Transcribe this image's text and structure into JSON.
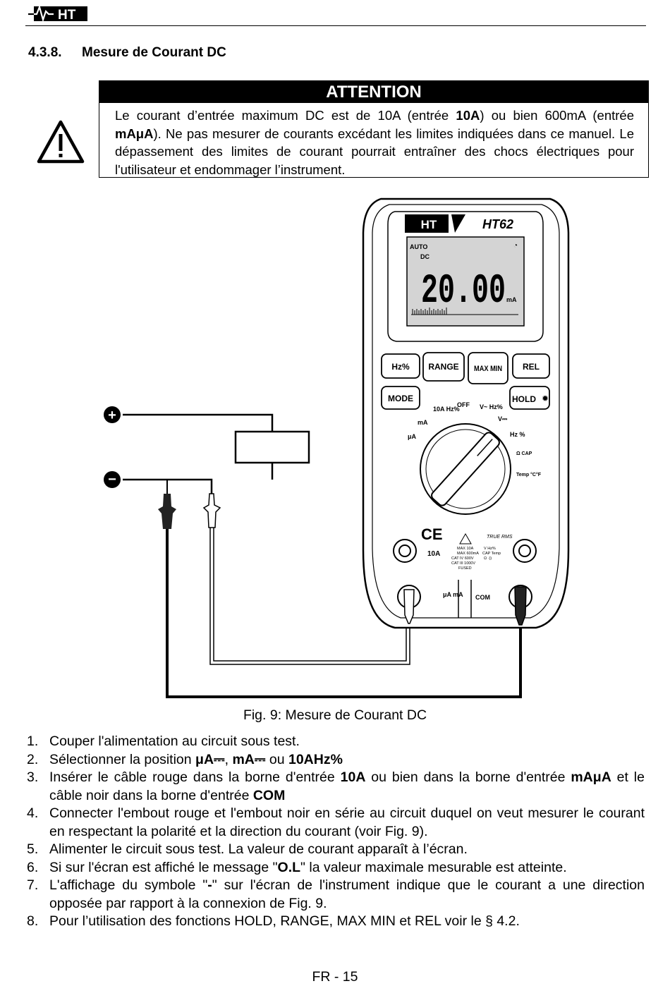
{
  "header": {
    "logo_text": "HT"
  },
  "section": {
    "number": "4.3.8.",
    "title": "Mesure de Courant DC"
  },
  "attention": {
    "heading": "ATTENTION",
    "p1": "Le courant d’entrée maximum DC est de 10A (entrée ",
    "p1_bold": "10A",
    "p2": ") ou bien 600mA (entrée ",
    "p2_bold": "mAμA",
    "p3": "). Ne pas mesurer de courants excédant les limites indiquées dans ce manuel. Le dépassement des limites de courant pourrait entraîner des chocs électriques pour l'utilisateur et endommager l’instrument."
  },
  "figure": {
    "brand": "HT",
    "model": "HT62",
    "display_mode": "AUTO",
    "display_dc": "DC",
    "display_value": "20.00",
    "display_unit": "mA",
    "buttons": [
      "Hz%",
      "RANGE",
      "MAX MIN",
      "REL",
      "MODE",
      "HOLD"
    ],
    "dial_labels": [
      "OFF",
      "10A Hz%",
      "V~ Hz%",
      "V⎓",
      "Hz %",
      "Ω CAP",
      "Temp °C°F",
      "mA",
      "μA"
    ],
    "terminal_labels": [
      "10A",
      "μA mA",
      "COM"
    ],
    "true_rms": "TRUE RMS",
    "ce_mark": "CE",
    "plus": "+",
    "minus": "−"
  },
  "caption": "Fig. 9: Mesure de Courant DC",
  "steps": [
    {
      "n": "1.",
      "parts": [
        {
          "t": "Couper l'alimentation au circuit sous test."
        }
      ]
    },
    {
      "n": "2.",
      "parts": [
        {
          "t": "Sélectionner la position "
        },
        {
          "t": "μA⎓",
          "b": true
        },
        {
          "t": ", "
        },
        {
          "t": "mA⎓",
          "b": true
        },
        {
          "t": " ou "
        },
        {
          "t": "10AHz%",
          "b": true
        }
      ]
    },
    {
      "n": "3.",
      "parts": [
        {
          "t": "Insérer le câble rouge dans la borne d'entrée "
        },
        {
          "t": "10A",
          "b": true
        },
        {
          "t": " ou bien dans la borne d'entrée "
        },
        {
          "t": "mAμA",
          "b": true
        },
        {
          "t": " et le câble noir dans la borne d'entrée "
        },
        {
          "t": "COM",
          "b": true
        }
      ]
    },
    {
      "n": "4.",
      "parts": [
        {
          "t": "Connecter l'embout rouge et l'embout noir en série au circuit duquel on veut mesurer le courant en respectant la polarité et la direction du courant (voir Fig. 9)."
        }
      ]
    },
    {
      "n": "5.",
      "parts": [
        {
          "t": "Alimenter le circuit sous test. La valeur de courant apparaît à l’écran."
        }
      ]
    },
    {
      "n": "6.",
      "parts": [
        {
          "t": "Si sur l'écran est affiché le message \""
        },
        {
          "t": "O.L",
          "b": true
        },
        {
          "t": "\" la valeur maximale mesurable est atteinte."
        }
      ]
    },
    {
      "n": "7.",
      "parts": [
        {
          "t": "L'affichage du symbole \""
        },
        {
          "t": "-",
          "b": true
        },
        {
          "t": "\" sur l'écran de l'instrument indique que le courant a une direction opposée par rapport à la connexion de Fig. 9."
        }
      ]
    },
    {
      "n": "8.",
      "parts": [
        {
          "t": "Pour l’utilisation des fonctions HOLD, RANGE, MAX MIN et REL voir le § 4.2."
        }
      ]
    }
  ],
  "footer": "FR - 15"
}
